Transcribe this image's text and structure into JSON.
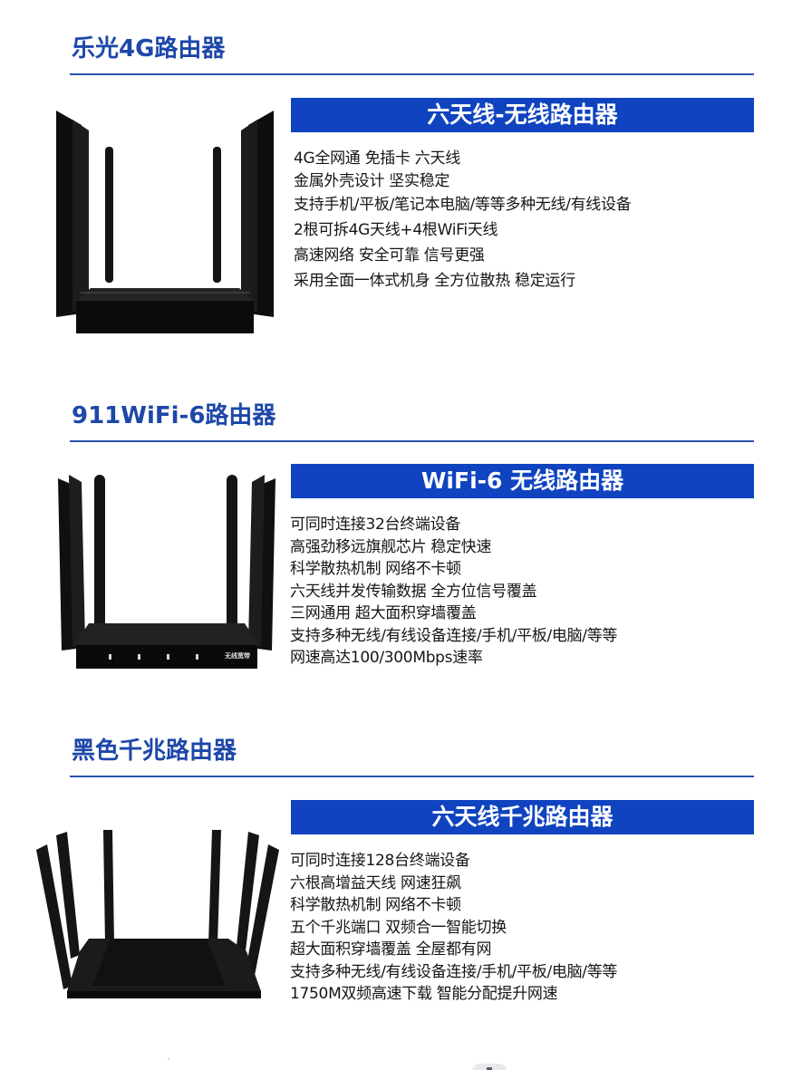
{
  "colors": {
    "accent": "#1d47a8",
    "banner_bg": "#0f43bf",
    "banner_text": "#ffffff",
    "body_text": "#161616",
    "product_black": "#111111"
  },
  "products": [
    {
      "title": "乐光4G路由器",
      "banner": "六天线-无线路由器",
      "image": "router-4g-six-antenna",
      "features": [
        "4G全网通 免插卡 六天线",
        "金属外壳设计 坚实稳定",
        "支持手机/平板/笔记本电脑/等等多种无线/有线设备",
        "2根可拆4G天线+4根WiFi天线",
        "高速网络 安全可靠 信号更强",
        "采用全面一体式机身 全方位散热 稳定运行"
      ]
    },
    {
      "title": "911WiFi-6路由器",
      "banner": "WiFi-6 无线路由器",
      "image": "router-wifi6-six-antenna",
      "device_label": "无线宽带",
      "features": [
        "可同时连接32台终端设备",
        "高强劲移远旗舰芯片 稳定快速",
        "科学散热机制 网络不卡顿",
        "六天线并发传输数据 全方位信号覆盖",
        "三网通用 超大面积穿墙覆盖",
        "支持多种无线/有线设备连接/手机/平板/电脑/等等",
        "网速高达100/300Mbps速率"
      ]
    },
    {
      "title": "黑色千兆路由器",
      "banner": "六天线千兆路由器",
      "image": "router-gigabit-six-antenna",
      "features": [
        "可同时连接128台终端设备",
        "六根高增益天线 网速狂飙",
        "科学散热机制 网络不卡顿",
        "五个千兆端口 双频合一智能切换",
        "超大面积穿墙覆盖 全屋都有网",
        "支持多种无线/有线设备连接/手机/平板/电脑/等等",
        "1750M双频高速下载 智能分配提升网速"
      ]
    }
  ]
}
